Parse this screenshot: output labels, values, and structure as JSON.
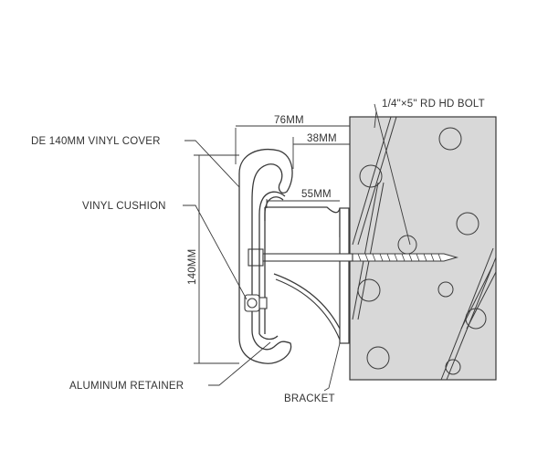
{
  "labels": {
    "vinyl_cover": "DE 140MM VINYL COVER",
    "vinyl_cushion": "VINYL CUSHION",
    "aluminum_retainer": "ALUMINUM RETAINER",
    "bracket": "BRACKET",
    "bolt": "1/4\"×5\" RD HD BOLT"
  },
  "dimensions": {
    "overall_depth": "76MM",
    "cover_depth": "38MM",
    "bracket_depth": "55MM",
    "height": "140MM"
  },
  "colors": {
    "line": "#3a3a3a",
    "wall_fill": "#d6d6d6",
    "text": "#333333"
  }
}
